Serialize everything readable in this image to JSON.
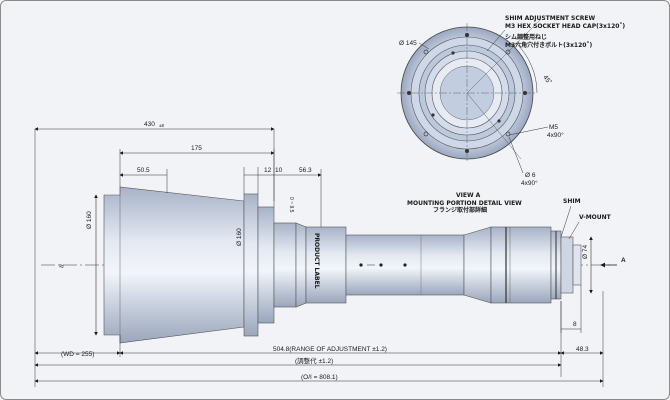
{
  "drawing": {
    "dims": {
      "overall_length": "430",
      "overall_length_tol": "±8",
      "dim_175": "175",
      "dim_50_5": "50.5",
      "dim_12": "12",
      "dim_10": "10",
      "dim_56_3": "56.3",
      "front_dia": "Ø 160",
      "flange_dia": "Ø 160",
      "small_dim": "0 ~ 9.5",
      "mount_dia": "Ø 74",
      "dim_8": "8",
      "dim_48_3": "48.3",
      "wd": "(WD = 255)",
      "range_adj": "504.8(RANGE OF ADJUSTMENT ±1.2)",
      "range_adj_jp": "(調整代 ±1.2)",
      "oi": "(O/I = 808.1)"
    },
    "labels": {
      "product_label": "PRODUCT LABEL",
      "view_a": "VIEW A",
      "mounting_detail": "MOUNTING PORTION DETAIL VIEW",
      "mounting_detail_jp": "フランジ取付部詳細",
      "shim": "SHIM",
      "v_mount": "V-MOUNT",
      "arrow_a": "A"
    },
    "view_a": {
      "outer_dia": "Ø 145",
      "shim_screw_1": "SHIM ADJUSTMENT SCREW",
      "shim_screw_2": "M3 HEX SOCKET HEAD CAP(3x120˚)",
      "shim_screw_jp1": "シム調整用ねじ",
      "shim_screw_jp2": "M3六角穴付きボルト(3x120˚)",
      "angle": "45˚",
      "m5": "M5",
      "m5_count": "4x90°",
      "hole": "Ø 6",
      "hole_count": "4x90°"
    }
  }
}
